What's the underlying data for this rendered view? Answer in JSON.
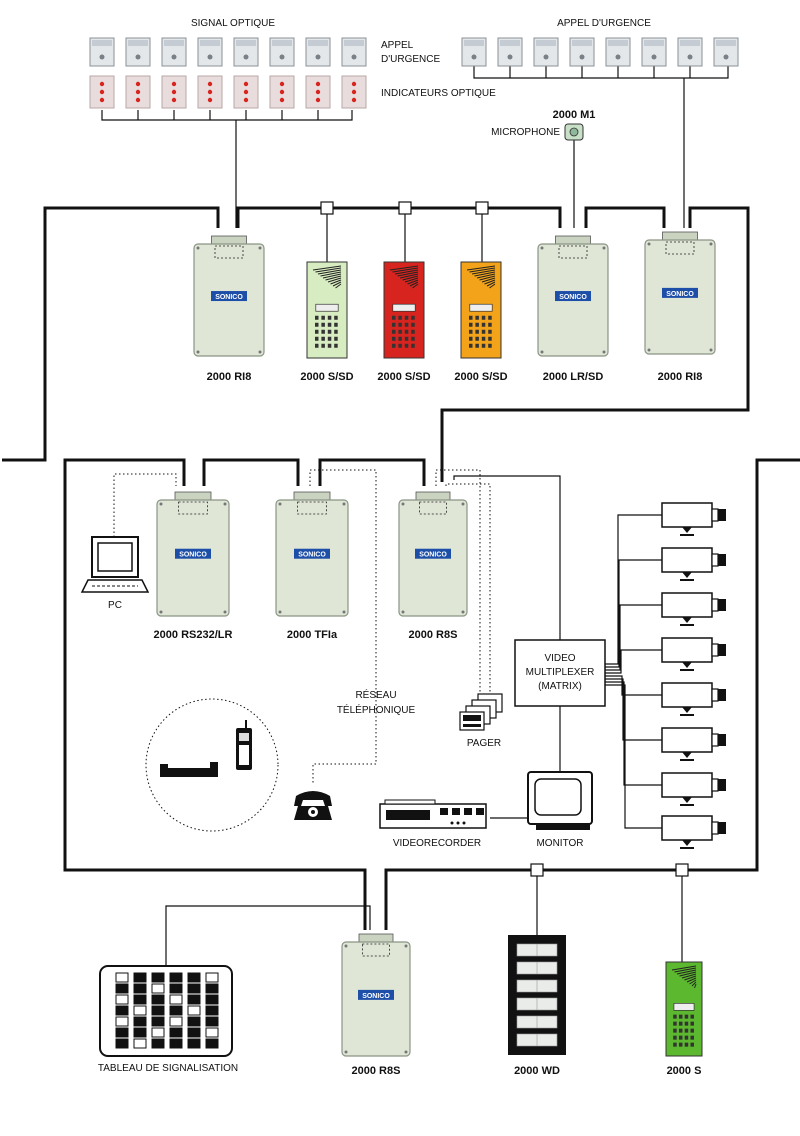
{
  "labels": {
    "signal_optique": "SIGNAL OPTIQUE",
    "appel_durgence_top": "APPEL D'URGENCE",
    "appel_line1": "APPEL",
    "appel_line2": "D'URGENCE",
    "indicateurs": "INDICATEURS OPTIQUE",
    "m1_model": "2000 M1",
    "microphone": "MICROPHONE",
    "pc": "PC",
    "reseau_line1": "RÉSEAU",
    "reseau_line2": "TÉLÉPHONIQUE",
    "pager": "PAGER",
    "video_line1": "VIDEO",
    "video_line2": "MULTIPLEXER",
    "video_line3": "(MATRIX)",
    "videorecorder": "VIDEORECORDER",
    "monitor": "MONITOR",
    "tableau": "TABLEAU DE SIGNALISATION"
  },
  "brand": "SONICO",
  "devices": {
    "ri8_left": "2000 RI8",
    "ssd_green": "2000 S/SD",
    "ssd_red": "2000 S/SD",
    "ssd_orange": "2000 S/SD",
    "lrsd": "2000 LR/SD",
    "ri8_right": "2000 RI8",
    "rs232": "2000 RS232/LR",
    "tfia": "2000 TFIa",
    "r8s_mid": "2000 R8S",
    "r8s_bottom": "2000 R8S",
    "wd": "2000 WD",
    "s_green": "2000 S"
  },
  "colors": {
    "housing": "#dfe6d6",
    "brand_plate": "#1e4fa8",
    "ssd_green": "#d7ecc0",
    "ssd_red": "#d8241f",
    "ssd_orange": "#f3a31a",
    "s_green": "#5cb82e",
    "wd_panel": "#111111",
    "indicator_red": "#d8241f"
  }
}
